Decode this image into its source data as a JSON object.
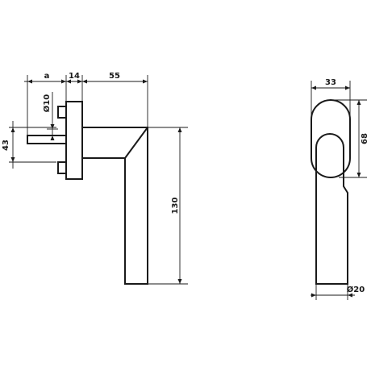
{
  "drawing": {
    "side_view": {
      "dim_a": "a",
      "dim_backplate_depth": "14",
      "dim_projection": "55",
      "dim_spindle_diameter": "Ø10",
      "dim_offset_height": "43",
      "dim_lever_length": "130"
    },
    "front_view": {
      "dim_rose_width": "33",
      "dim_rose_height": "68",
      "dim_lever_diameter": "Ø20"
    }
  }
}
